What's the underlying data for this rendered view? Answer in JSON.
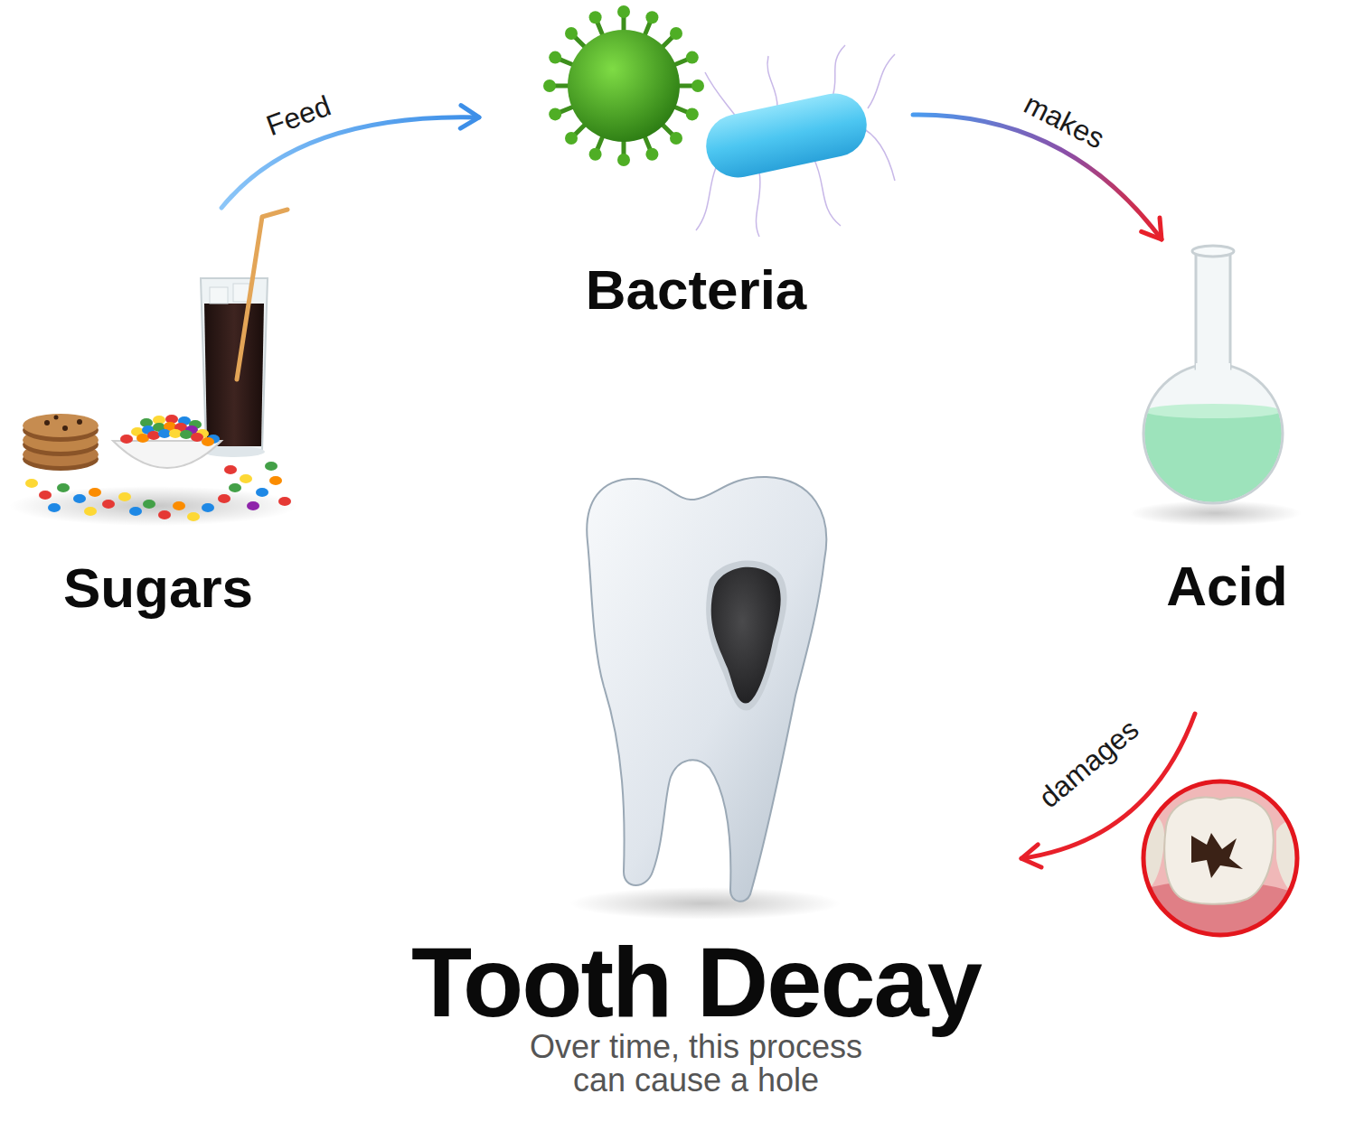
{
  "diagram": {
    "nodes": [
      {
        "text": [
          "Sugars"
        ]
      },
      {
        "text": [
          "Bacteria"
        ]
      },
      {
        "text": [
          "Acid"
        ]
      },
      {
        "text": [
          "Tooth Decay",
          "Over time, this process can cause a hole"
        ]
      }
    ],
    "edges": [
      {
        "from": 0,
        "to": 1,
        "label": "Feed",
        "arrow": "to"
      },
      {
        "from": 1,
        "to": 2,
        "label": "makes",
        "arrow": "to"
      },
      {
        "from": 2,
        "to": 3,
        "label": "damages",
        "arrow": "to"
      }
    ]
  }
}
